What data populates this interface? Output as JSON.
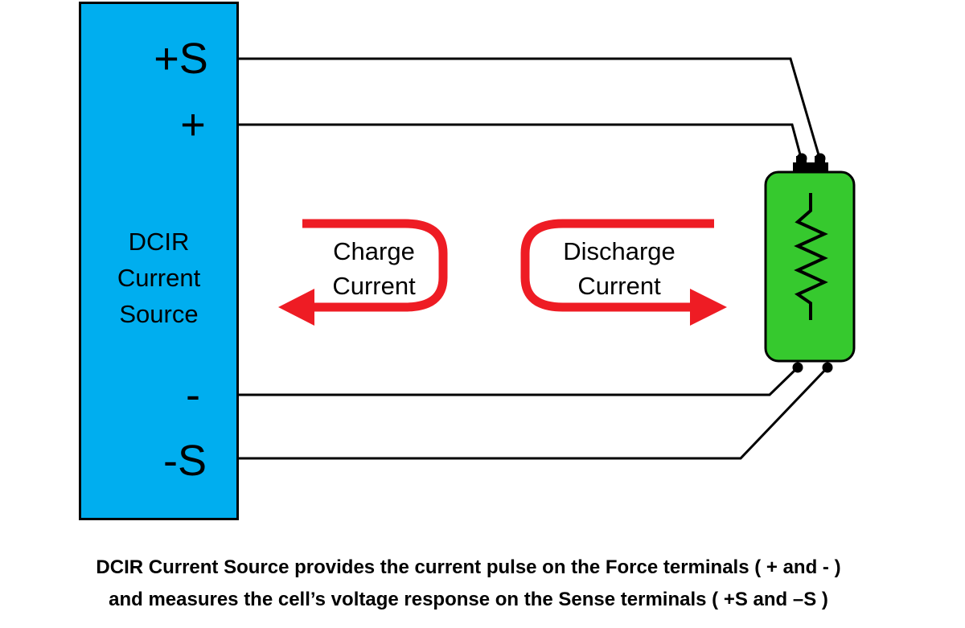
{
  "colors": {
    "background": "#FFFFFF",
    "source_blue": "#00AEEF",
    "cell_green": "#36C92E",
    "arrow_red": "#EE1C24",
    "wire_black": "#000000"
  },
  "source": {
    "name_lines": [
      "DCIR",
      "Current",
      "Source"
    ],
    "terminals": {
      "plus_sense": "+S",
      "plus": "+",
      "minus": "-",
      "minus_sense": "-S"
    }
  },
  "flow_arrows": {
    "charge": {
      "line1": "Charge",
      "line2": "Current",
      "direction": "left"
    },
    "discharge": {
      "line1": "Discharge",
      "line2": "Current",
      "direction": "right"
    }
  },
  "cell": {
    "component": "cell-under-test",
    "internal_symbol": "resistor"
  },
  "caption": {
    "line1": "DCIR Current Source provides the current pulse on the Force terminals ( + and - )",
    "line2": "and measures the cell’s voltage response on the Sense terminals ( +S and –S )"
  }
}
